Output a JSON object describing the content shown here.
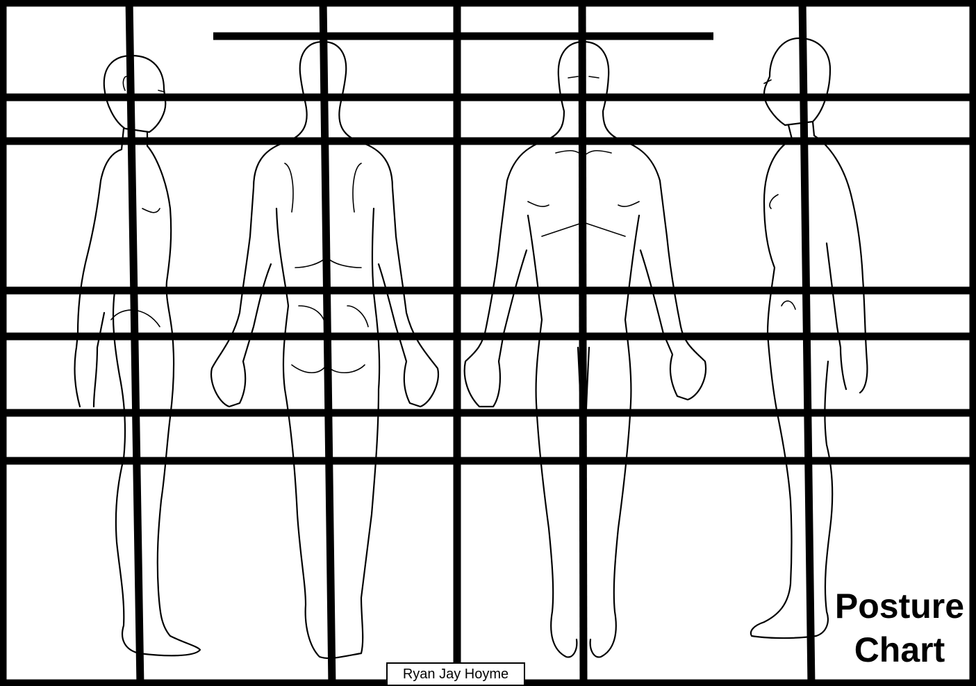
{
  "title": [
    "Posture",
    "Chart"
  ],
  "author_label": "Ryan Jay Hoyme",
  "views": [
    {
      "id": "side-view-left",
      "description": "side view facing right"
    },
    {
      "id": "back-view",
      "description": "posterior view"
    },
    {
      "id": "front-view",
      "description": "anterior view"
    },
    {
      "id": "side-view-right",
      "description": "side view facing left"
    }
  ],
  "colors": {
    "background": "#ffffff",
    "lines": "#000000"
  }
}
